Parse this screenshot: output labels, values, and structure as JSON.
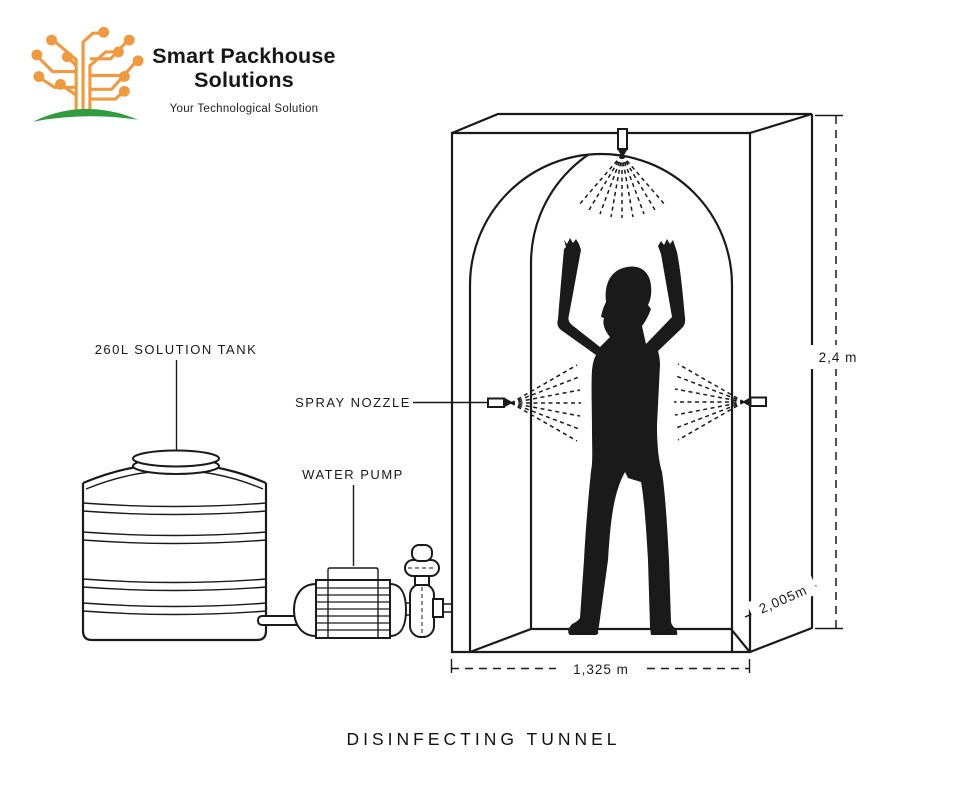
{
  "logo": {
    "icon": "circuit-tree-logo",
    "title_line1": "Smart Packhouse",
    "title_line2": "Solutions",
    "tagline": "Your Technological Solution",
    "colors": {
      "orange": "#EF9A3F",
      "green": "#2F9C3F",
      "text": "#161616"
    }
  },
  "labels": {
    "tank": "260L SOLUTION TANK",
    "pump": "WATER PUMP",
    "spray_nozzle": "SPRAY NOZZLE"
  },
  "dimensions": {
    "height": "2,4 m",
    "depth": "2,005m",
    "width": "1,325 m"
  },
  "title": "DISINFECTING TUNNEL",
  "colors": {
    "line": "#1A1A1A",
    "background": "#FFFFFF"
  }
}
